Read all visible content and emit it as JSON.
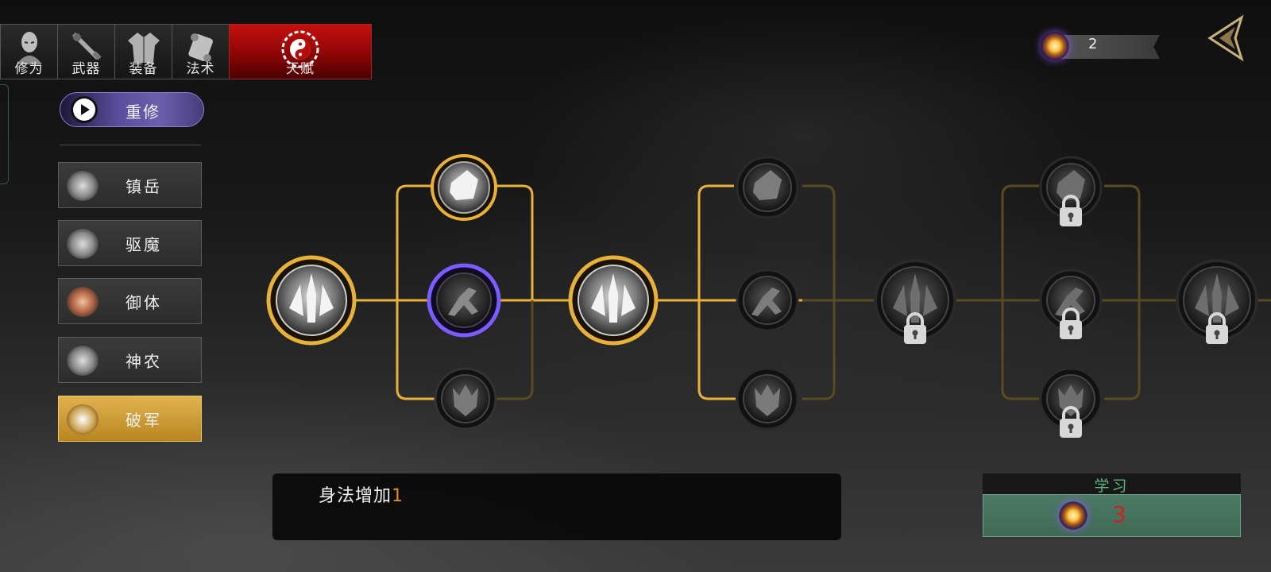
{
  "tabs": [
    {
      "label": "修为",
      "icon": "monk-head-icon",
      "active": false
    },
    {
      "label": "武器",
      "icon": "sword-icon",
      "active": false
    },
    {
      "label": "装备",
      "icon": "robe-icon",
      "active": false
    },
    {
      "label": "法术",
      "icon": "scroll-icon",
      "active": false
    },
    {
      "label": "天赋",
      "icon": "yin-yang-icon",
      "active": true
    }
  ],
  "currency": {
    "icon": "talent-orb-icon",
    "value": "2"
  },
  "reset": {
    "label": "重修"
  },
  "schools": [
    {
      "label": "镇岳",
      "icon": "mountain-beast-icon",
      "active": false
    },
    {
      "label": "驱魔",
      "icon": "exorcism-icon",
      "active": false
    },
    {
      "label": "御体",
      "icon": "body-guard-icon",
      "active": false
    },
    {
      "label": "神农",
      "icon": "shennong-icon",
      "active": false
    },
    {
      "label": "破军",
      "icon": "break-army-icon",
      "active": true
    }
  ],
  "skill_tree": {
    "nodes": [
      {
        "id": "root",
        "icon": "sword-blade-icon",
        "state": "learned"
      },
      {
        "id": "t1-top",
        "icon": "fist-icon",
        "state": "learned"
      },
      {
        "id": "t1-mid",
        "icon": "dash-figure-icon",
        "state": "selected"
      },
      {
        "id": "t1-bot",
        "icon": "demon-face-icon",
        "state": "available"
      },
      {
        "id": "hub2",
        "icon": "sword-blade-icon",
        "state": "learned"
      },
      {
        "id": "t2-top",
        "icon": "fist-icon",
        "state": "available"
      },
      {
        "id": "t2-mid",
        "icon": "dash-figure-icon",
        "state": "available"
      },
      {
        "id": "t2-bot",
        "icon": "demon-face-icon",
        "state": "available"
      },
      {
        "id": "hub3",
        "icon": "sword-blade-icon",
        "state": "locked"
      },
      {
        "id": "t3-top",
        "icon": "fist-icon",
        "state": "locked"
      },
      {
        "id": "t3-mid",
        "icon": "dash-figure-icon",
        "state": "locked"
      },
      {
        "id": "t3-bot",
        "icon": "demon-face-icon",
        "state": "locked"
      },
      {
        "id": "hub4",
        "icon": "sword-blade-icon",
        "state": "locked"
      }
    ]
  },
  "description": {
    "text": "身法增加",
    "value": "1"
  },
  "learn": {
    "title": "学习",
    "cost": "3",
    "cost_icon": "talent-orb-icon"
  },
  "colors": {
    "gold": "#e8b23a",
    "purple": "#7b5cff",
    "red_tab": "#b50d0d",
    "learn_green": "#4c7a65"
  }
}
